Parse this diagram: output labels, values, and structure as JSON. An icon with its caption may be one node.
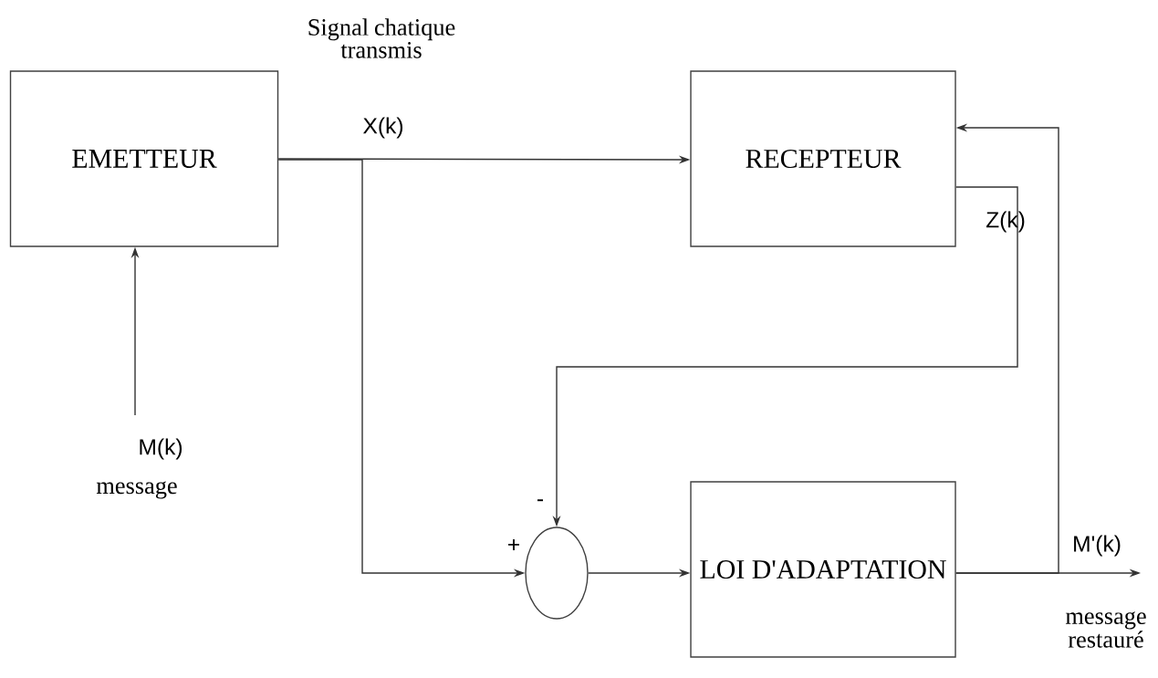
{
  "diagram": {
    "nodes": [
      {
        "text": [
          "EMETTEUR"
        ]
      },
      {
        "text": [
          "RECEPTEUR"
        ]
      },
      {
        "text": [],
        "shape": "circle"
      },
      {
        "text": [
          "LOI D'ADAPTATION"
        ]
      }
    ],
    "edges": [
      {
        "from": 0,
        "to": 1,
        "arrow": "to"
      },
      {
        "from": 0,
        "to": 2,
        "arrow": "to"
      },
      {
        "from": 1,
        "to": 2,
        "arrow": "to"
      },
      {
        "from": 2,
        "to": 3,
        "arrow": "to"
      },
      {
        "from": 3,
        "to": null,
        "arrow": "to"
      },
      {
        "from": 3,
        "to": 1,
        "arrow": "to"
      },
      {
        "from": null,
        "to": 0,
        "arrow": "to"
      }
    ],
    "labels": [
      "Signal chatique transmis",
      "X(k)",
      "Z(k)",
      "M(k)",
      "message",
      "-",
      "+",
      "M'(k)",
      "message restauré"
    ]
  }
}
